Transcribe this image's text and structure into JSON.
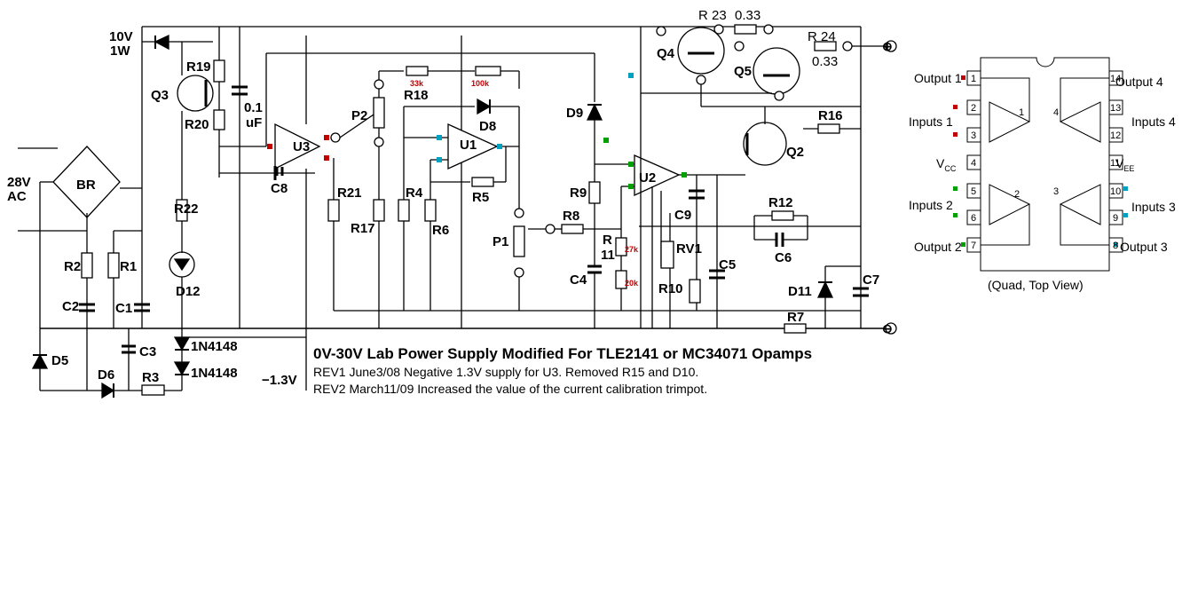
{
  "title": "0V-30V Lab Power Supply Modified For TLE2141 or MC34071 Opamps",
  "revisions": [
    "REV1 June3/08  Negative 1.3V supply for U3.  Removed R15 and D10.",
    "REV2 March11/09 Increased the value of the current calibration trimpot."
  ],
  "input": {
    "voltage": "28V",
    "type": "AC"
  },
  "zener": {
    "rating_v": "10V",
    "rating_w": "1W"
  },
  "neg_supply": "−1.3V",
  "diodes": {
    "d1": "1N4148",
    "d2": "1N4148"
  },
  "cap_value": {
    "value": "0.1",
    "unit": "uF"
  },
  "labels": {
    "BR": "BR",
    "R1": "R1",
    "R2": "R2",
    "R3": "R3",
    "R4": "R4",
    "R5": "R5",
    "R6": "R6",
    "R7": "R7",
    "R8": "R8",
    "R9": "R9",
    "R10": "R10",
    "R11a": "R",
    "R11b": "11",
    "R12": "R12",
    "R16": "R16",
    "R17": "R17",
    "R18": "R18",
    "R19": "R19",
    "R20": "R20",
    "R21": "R21",
    "R22": "R22",
    "R23": "R 23",
    "R23v": "0.33",
    "R24": "R 24",
    "R24v": "0.33",
    "C1": "C1",
    "C2": "C2",
    "C3": "C3",
    "C4": "C4",
    "C5": "C5",
    "C6": "C6",
    "C7": "C7",
    "C8": "C8",
    "C9": "C9",
    "D5": "D5",
    "D6": "D6",
    "D8": "D8",
    "D9": "D9",
    "D11": "D11",
    "D12": "D12",
    "Q2": "Q2",
    "Q3": "Q3",
    "Q4": "Q4",
    "Q5": "Q5",
    "U1": "U1",
    "U2": "U2",
    "U3": "U3",
    "P1": "P1",
    "P2": "P2",
    "RV1": "RV1"
  },
  "trim_values": {
    "r18": "33k",
    "pot100": "100k",
    "r11a": "27k",
    "r11b": "20k"
  },
  "terminals": {
    "plus": "⊕",
    "minus": "⊖"
  },
  "pinout": {
    "caption": "(Quad, Top View)",
    "output1": "Output 1",
    "output2": "Output 2",
    "output3": "Output 3",
    "output4": "Output 4",
    "inputs1": "Inputs 1",
    "inputs2": "Inputs 2",
    "inputs3": "Inputs 3",
    "inputs4": "Inputs 4",
    "vcc": "V",
    "vcc_sub": "CC",
    "vee": "V",
    "vee_sub": "EE",
    "pins_left": [
      "1",
      "2",
      "3",
      "4",
      "5",
      "6",
      "7"
    ],
    "pins_right": [
      "14",
      "13",
      "12",
      "11",
      "10",
      "9",
      "8"
    ],
    "amp_nums": [
      "1",
      "2",
      "3",
      "4"
    ]
  },
  "colors": {
    "red": "#c00000",
    "green": "#00a000",
    "blue": "#00a0c0"
  }
}
